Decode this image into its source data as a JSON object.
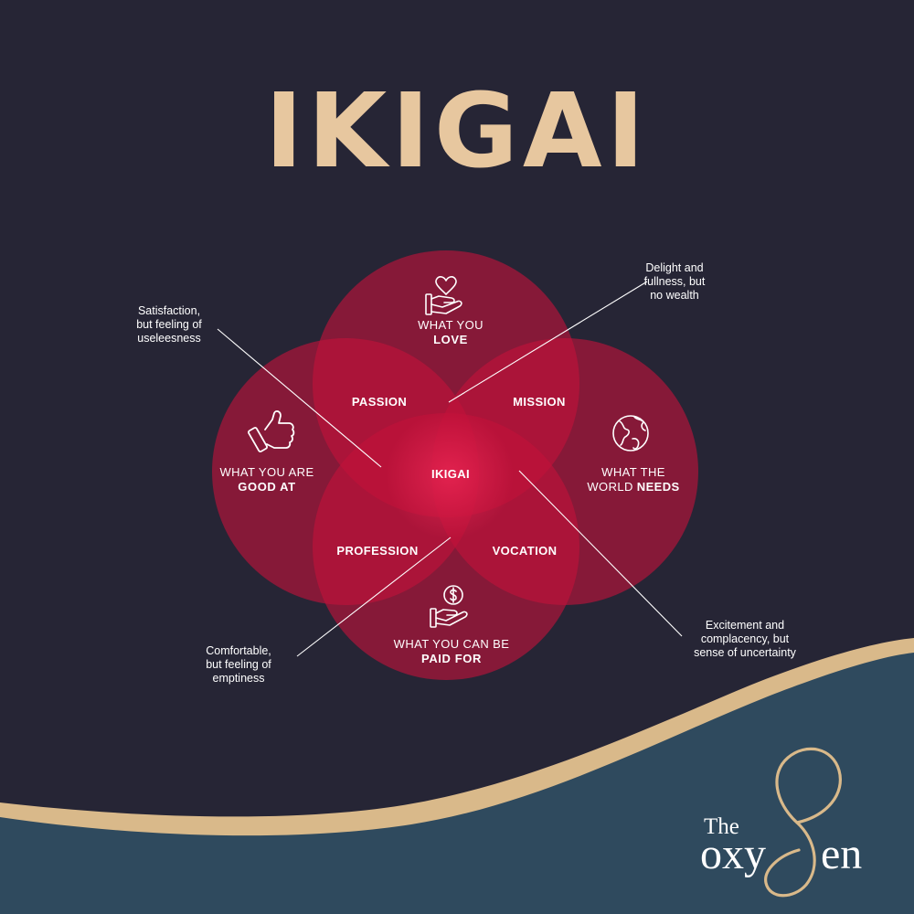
{
  "title": "IKIGAI",
  "center_label": "IKIGAI",
  "colors": {
    "background": "#262535",
    "title_gold": "#e7c79f",
    "circle_fill": "#c2123a",
    "wave_blue": "#2f4a5e",
    "wave_gold": "#d9b98a"
  },
  "circles": {
    "love": {
      "line1": "WHAT YOU",
      "line2": "LOVE",
      "icon": "heart-in-hand-icon"
    },
    "good_at": {
      "line1": "WHAT YOU ARE",
      "line2": "GOOD AT",
      "icon": "thumbs-up-icon"
    },
    "world_needs": {
      "line1": "WHAT THE",
      "line2a": "WORLD",
      "line2b": "NEEDS",
      "icon": "globe-icon"
    },
    "paid_for": {
      "line1": "WHAT YOU CAN BE",
      "line2": "PAID FOR",
      "icon": "money-hand-icon"
    }
  },
  "regions": {
    "passion": "PASSION",
    "mission": "MISSION",
    "profession": "PROFESSION",
    "vocation": "VOCATION"
  },
  "annotations": {
    "top_left": [
      "Satisfaction,",
      "but feeling of",
      "useleesness"
    ],
    "top_right": [
      "Delight and",
      "fullness, but",
      "no wealth"
    ],
    "bottom_left": [
      "Comfortable,",
      "but feeling of",
      "emptiness"
    ],
    "bottom_right": [
      "Excitement and",
      "complacency, but",
      "sense of uncertainty"
    ]
  },
  "logo": {
    "the": "The",
    "word_a": "oxy",
    "word_b": "en"
  }
}
